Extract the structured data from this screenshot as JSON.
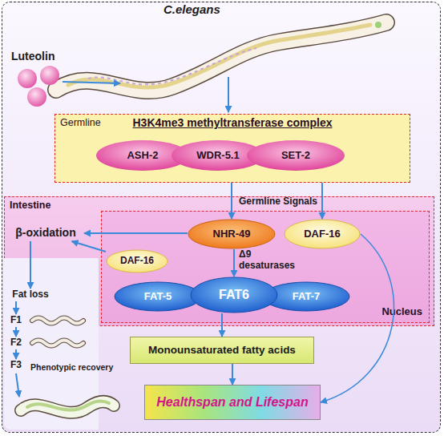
{
  "diagram": {
    "nodes": [
      {
        "text": [
          "Germline",
          "H3K4me3 methyltransferase complex"
        ]
      },
      {
        "text": [
          "ASH-2"
        ],
        "in": 0
      },
      {
        "text": [
          "WDR-5.1"
        ],
        "in": 0
      },
      {
        "text": [
          "SET-2"
        ],
        "in": 0
      },
      {
        "text": [
          "Intestine"
        ]
      },
      {
        "text": [
          "β-oxidation"
        ],
        "in": 4
      },
      {
        "text": [
          "Nucleus"
        ],
        "in": 4
      },
      {
        "text": [
          "NHR-49"
        ],
        "in": 6
      },
      {
        "text": [
          "DAF-16"
        ],
        "in": 6
      },
      {
        "text": [
          "DAF-16"
        ],
        "in": 6
      },
      {
        "text": [
          "FAT-5"
        ],
        "in": 6
      },
      {
        "text": [
          "FAT6"
        ],
        "in": 6
      },
      {
        "text": [
          "FAT-7"
        ],
        "in": 6
      },
      {
        "text": [
          "Fat loss"
        ]
      },
      {
        "text": [
          "F1"
        ]
      },
      {
        "text": [
          "F2"
        ]
      },
      {
        "text": [
          "F3"
        ]
      },
      {
        "text": [
          "Monounsaturated fatty acids"
        ]
      },
      {
        "text": [
          "Healthspan and Lifespan"
        ]
      }
    ],
    "edges": [
      {
        "from": 0,
        "to": 7,
        "arrow": "to"
      },
      {
        "from": 0,
        "to": 8,
        "label": "Germline Signals",
        "arrow": "to"
      },
      {
        "from": 7,
        "to": 5,
        "arrow": "to"
      },
      {
        "from": 9,
        "to": 5,
        "arrow": "to"
      },
      {
        "from": 7,
        "to": 11,
        "arrow": "to"
      },
      {
        "from": 11,
        "to": 17,
        "arrow": "to"
      },
      {
        "from": 17,
        "to": 18,
        "arrow": "to"
      },
      {
        "from": 8,
        "to": 18,
        "arrow": "to"
      },
      {
        "from": 5,
        "to": 13,
        "arrow": "to"
      },
      {
        "from": 13,
        "to": 14,
        "arrow": "to"
      },
      {
        "from": 14,
        "to": 15,
        "arrow": "to"
      },
      {
        "from": 15,
        "to": 16,
        "arrow": "to"
      }
    ],
    "labels": [
      "C.elegans",
      "Luteolin",
      "Δ9 desaturases",
      "Phenotypic recovery"
    ]
  }
}
